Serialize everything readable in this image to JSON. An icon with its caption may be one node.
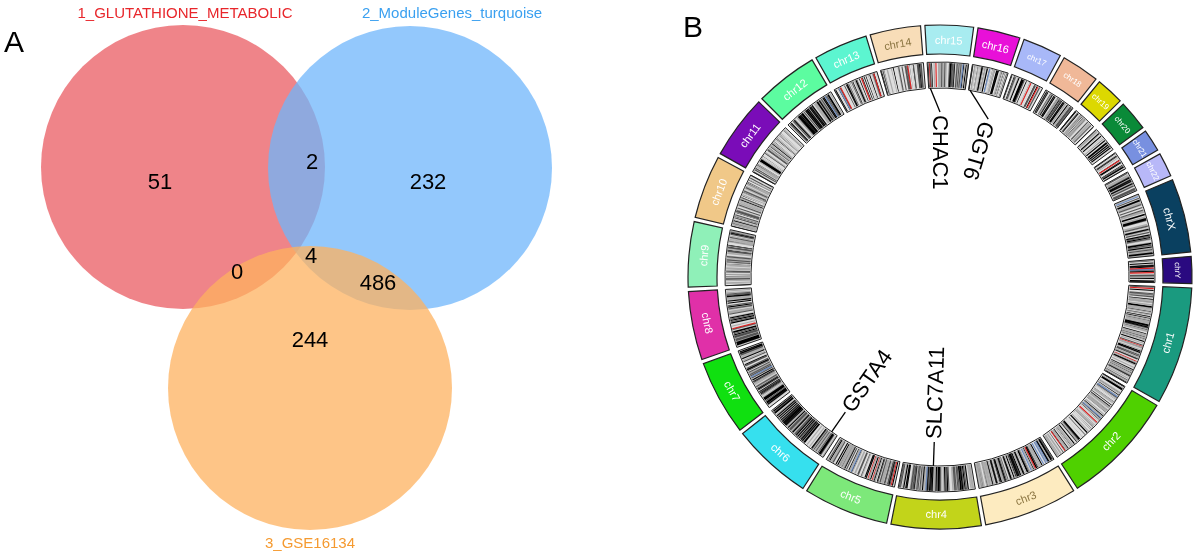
{
  "diagram": {
    "nodes": [
      {
        "text": [
          "chr1"
        ]
      },
      {
        "text": [
          "chr2"
        ]
      },
      {
        "text": [
          "chr3"
        ]
      },
      {
        "text": [
          "chr4"
        ]
      },
      {
        "text": [
          "chr5"
        ]
      },
      {
        "text": [
          "chr6"
        ]
      },
      {
        "text": [
          "chr7"
        ]
      },
      {
        "text": [
          "chr8"
        ]
      },
      {
        "text": [
          "chr9"
        ]
      },
      {
        "text": [
          "chr10"
        ]
      },
      {
        "text": [
          "chr11"
        ]
      },
      {
        "text": [
          "chr12"
        ]
      },
      {
        "text": [
          "chr13"
        ]
      },
      {
        "text": [
          "chr14"
        ]
      },
      {
        "text": [
          "chr15"
        ]
      },
      {
        "text": [
          "chr16"
        ]
      },
      {
        "text": [
          "chr17"
        ]
      },
      {
        "text": [
          "chr18"
        ]
      },
      {
        "text": [
          "chr19"
        ]
      },
      {
        "text": [
          "chr20"
        ]
      },
      {
        "text": [
          "chr21"
        ]
      },
      {
        "text": [
          "chr22"
        ]
      },
      {
        "text": [
          "chrX"
        ]
      },
      {
        "text": [
          "chrY"
        ]
      },
      {
        "text": [
          "CHAC1"
        ]
      },
      {
        "text": [
          "GGT6"
        ]
      },
      {
        "text": [
          "GSTA4"
        ]
      },
      {
        "text": [
          "SLC7A11"
        ]
      },
      {
        "text": [],
        "shape": "bar"
      },
      {
        "text": [],
        "shape": "bar"
      },
      {
        "text": [],
        "shape": "bar"
      },
      {
        "text": [],
        "shape": "bar"
      },
      {
        "text": [],
        "shape": "bar"
      },
      {
        "text": [],
        "shape": "bar"
      },
      {
        "text": [],
        "shape": "bar"
      },
      {
        "text": [],
        "shape": "bar"
      },
      {
        "text": [],
        "shape": "bar"
      },
      {
        "text": [],
        "shape": "bar"
      },
      {
        "text": [],
        "shape": "bar"
      },
      {
        "text": [],
        "shape": "bar"
      },
      {
        "text": [],
        "shape": "bar"
      },
      {
        "text": [],
        "shape": "bar"
      },
      {
        "text": [],
        "shape": "bar"
      },
      {
        "text": [],
        "shape": "bar"
      },
      {
        "text": [],
        "shape": "bar"
      },
      {
        "text": [],
        "shape": "bar"
      },
      {
        "text": [],
        "shape": "bar"
      },
      {
        "text": [],
        "shape": "bar"
      },
      {
        "text": [],
        "shape": "bar"
      },
      {
        "text": [],
        "shape": "bar"
      },
      {
        "text": [],
        "shape": "bar"
      },
      {
        "text": [],
        "shape": "bar"
      }
    ],
    "edges": [
      {
        "from": 24,
        "to": 42,
        "arrow": "none"
      },
      {
        "from": 25,
        "to": 43,
        "arrow": "none"
      },
      {
        "from": 26,
        "to": 33,
        "arrow": "none"
      },
      {
        "from": 27,
        "to": 31,
        "arrow": "none"
      }
    ],
    "labels": [
      "A",
      "1_GLUTATHIONE_METABOLIC",
      "2_ModuleGenes_turquoise",
      "51",
      "2",
      "232",
      "0",
      "4",
      "486",
      "244",
      "3_GSE16134",
      "B"
    ]
  }
}
